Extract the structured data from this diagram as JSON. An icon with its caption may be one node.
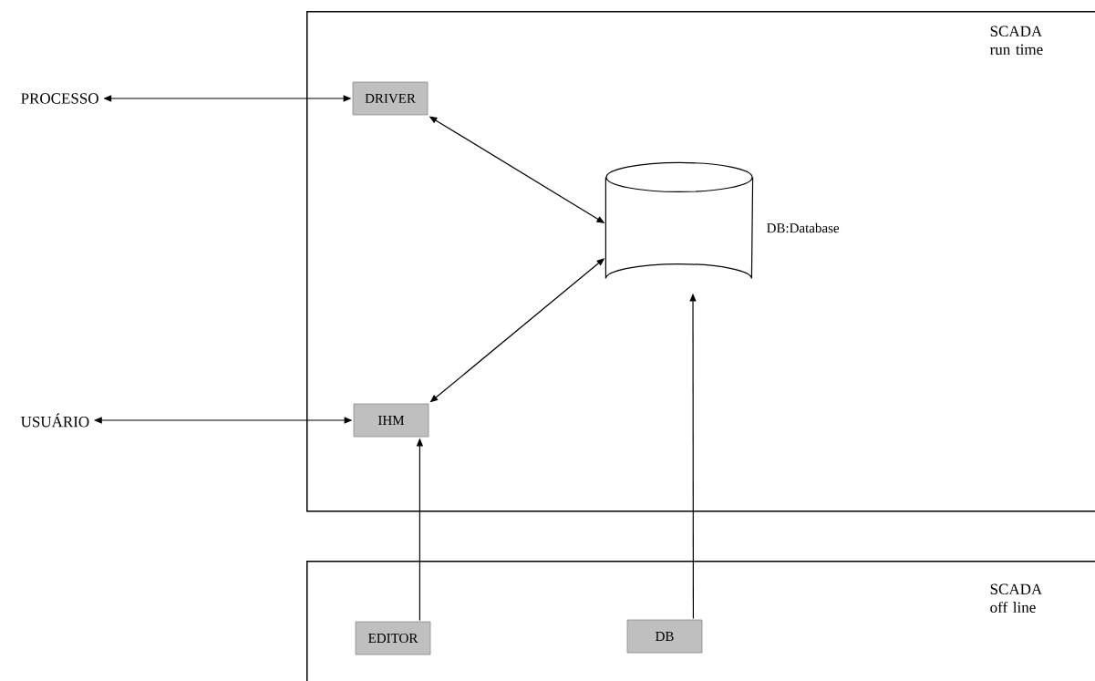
{
  "diagram": {
    "nodes": [
      {
        "text": [
          "SCADA run time"
        ]
      },
      {
        "text": [
          "DRIVER"
        ],
        "in": 0
      },
      {
        "text": [],
        "shape": "cylinder",
        "in": 0,
        "beside": [
          "DB:Database"
        ]
      },
      {
        "text": [
          "IHM"
        ],
        "in": 0
      },
      {
        "text": [
          "PROCESSO"
        ]
      },
      {
        "text": [
          "USUÁRIO"
        ]
      },
      {
        "text": [
          "SCADA off line"
        ]
      },
      {
        "text": [
          "EDITOR"
        ],
        "in": 6
      },
      {
        "text": [
          "DB"
        ],
        "in": 6
      }
    ],
    "edges": [
      {
        "from": 4,
        "to": 1,
        "arrow": "both"
      },
      {
        "from": 1,
        "to": 2,
        "arrow": "both"
      },
      {
        "from": 3,
        "to": 2,
        "arrow": "both"
      },
      {
        "from": 5,
        "to": 3,
        "arrow": "both"
      },
      {
        "from": 7,
        "to": 3,
        "arrow": "to"
      },
      {
        "from": 8,
        "to": 2,
        "arrow": "to"
      }
    ]
  }
}
